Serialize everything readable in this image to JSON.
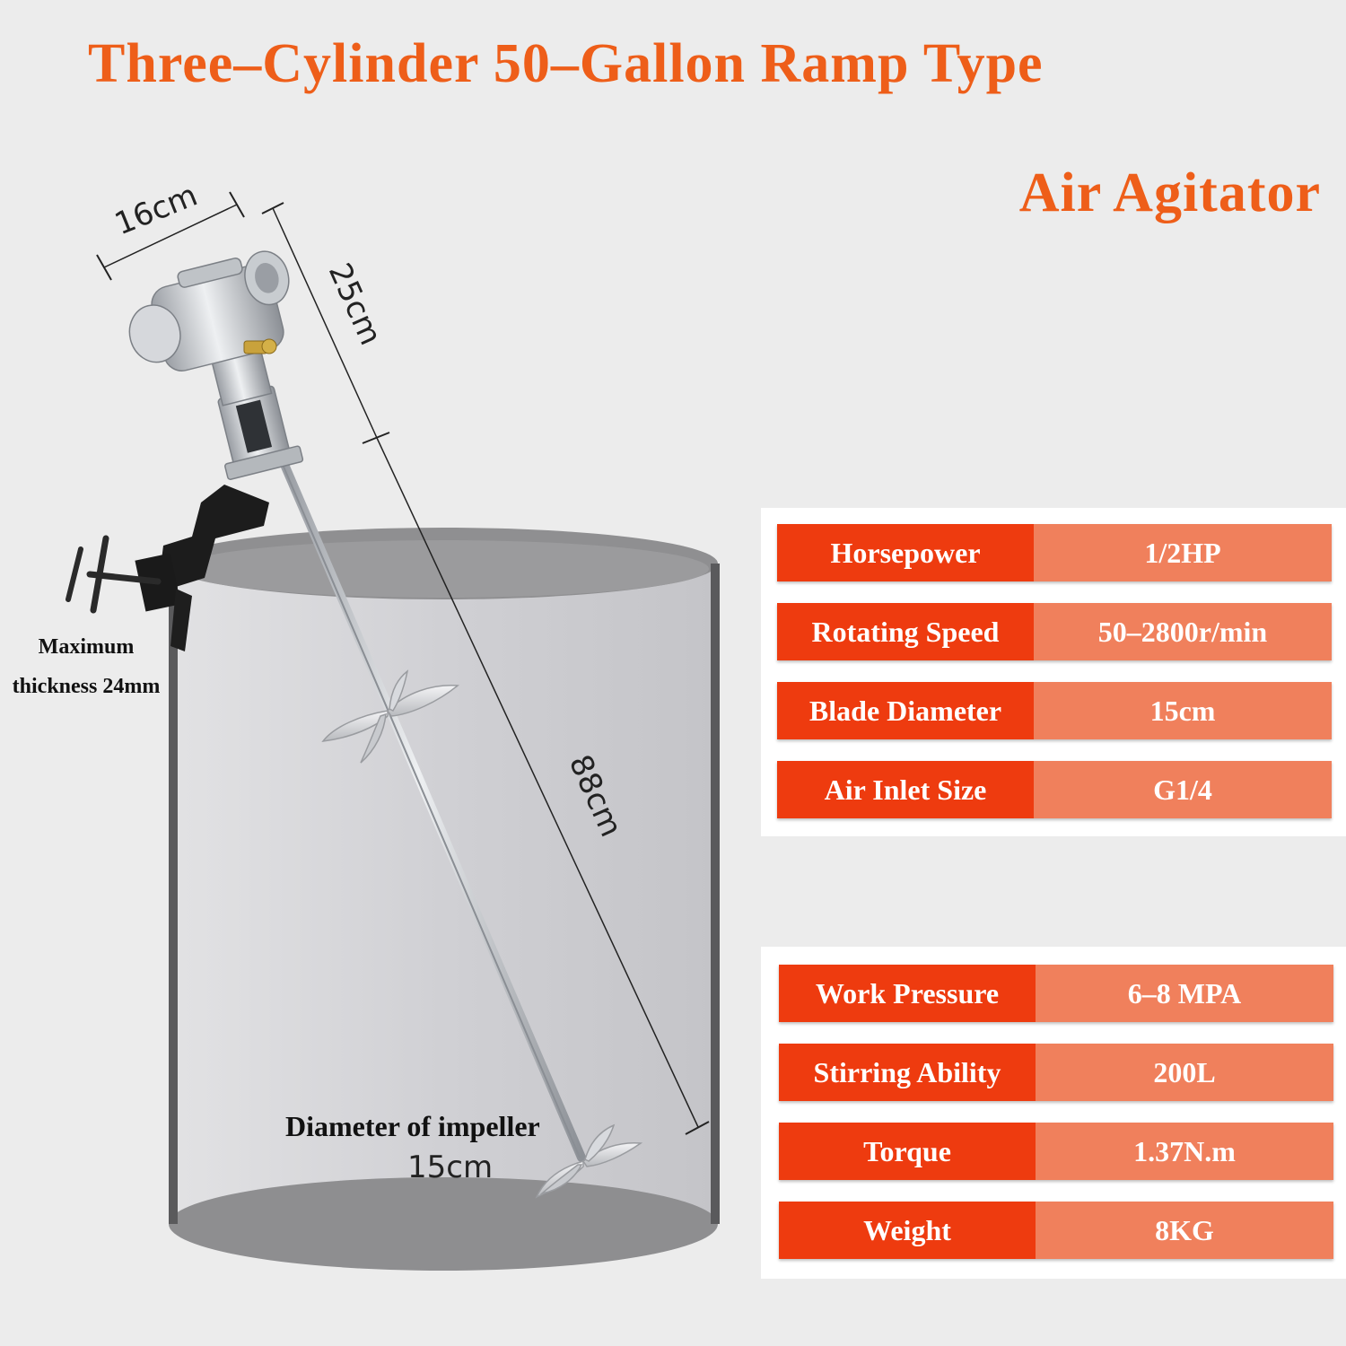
{
  "title": {
    "line1": "Three–Cylinder 50–Gallon Ramp Type",
    "line2": "Air Agitator"
  },
  "dimensions": {
    "head_width": "16cm",
    "motor_length": "25cm",
    "shaft_length": "88cm",
    "clamp_note_line1": "Maximum",
    "clamp_note_line2": "thickness 24mm",
    "impeller_note_line1": "Diameter of impeller",
    "impeller_note_line2": "15cm"
  },
  "specs_group_1": [
    {
      "label": "Horsepower",
      "value": "1/2HP"
    },
    {
      "label": "Rotating Speed",
      "value": "50–2800r/min"
    },
    {
      "label": "Blade Diameter",
      "value": "15cm"
    },
    {
      "label": "Air Inlet Size",
      "value": "G1/4"
    }
  ],
  "specs_group_2": [
    {
      "label": "Work Pressure",
      "value": "6–8 MPA"
    },
    {
      "label": "Stirring Ability",
      "value": "200L"
    },
    {
      "label": "Torque",
      "value": "1.37N.m"
    },
    {
      "label": "Weight",
      "value": "8KG"
    }
  ],
  "colors": {
    "title_orange": "#ee5e19",
    "label_red": "#ee3b0f",
    "value_salmon": "#f0805c"
  }
}
